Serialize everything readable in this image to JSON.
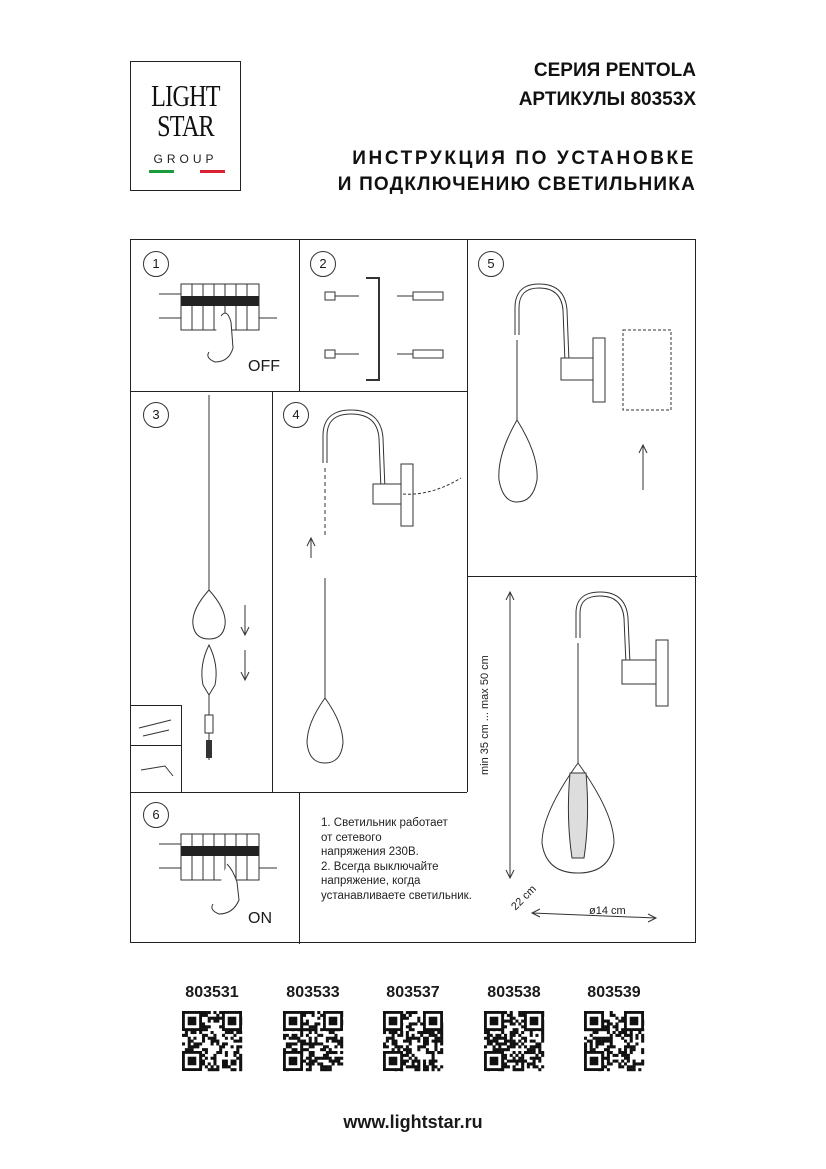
{
  "logo": {
    "line1": "LIGHT",
    "line2": "STAR",
    "line3": "GROUP",
    "flag_colors": [
      "#1a9b3c",
      "#ffffff",
      "#d92231"
    ]
  },
  "header": {
    "series": "СЕРИЯ PENTOLA",
    "articles": "АРТИКУЛЫ 80353X",
    "instruction_line1": "ИНСТРУКЦИЯ ПО УСТАНОВКЕ",
    "instruction_line2": "И ПОДКЛЮЧЕНИЮ СВЕТИЛЬНИКА"
  },
  "steps": {
    "s1": "1",
    "s2": "2",
    "s3": "3",
    "s4": "4",
    "s5": "5",
    "s6": "6",
    "off_label": "OFF",
    "on_label": "ON"
  },
  "notes": {
    "line1": "1. Светильник работает",
    "line2": "от сетевого",
    "line3": "напряжения 230В.",
    "line4": "2. Всегда выключайте",
    "line5": "напряжение, когда",
    "line6": "устанавливаете светильник."
  },
  "dimensions": {
    "height": "min 35 cm ... max 50 cm",
    "depth": "22 cm",
    "diameter": "ø14 cm"
  },
  "article_codes": [
    "803531",
    "803533",
    "803537",
    "803538",
    "803539"
  ],
  "website": "www.lightstar.ru"
}
